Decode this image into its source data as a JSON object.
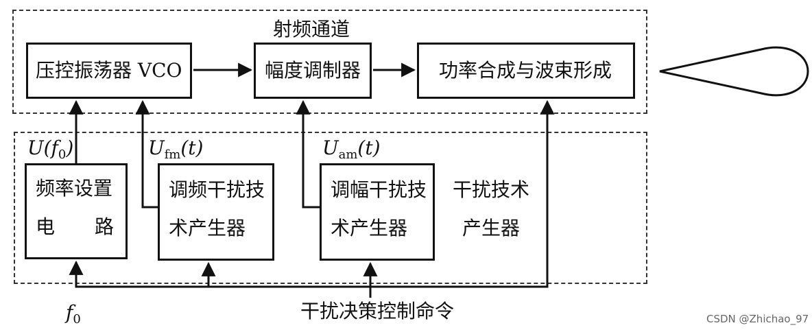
{
  "rf_channel": {
    "title": "射频通道"
  },
  "blocks": {
    "vco": "压控振荡器 VCO",
    "am_modulator": "幅度调制器",
    "power_beam": "功率合成与波束形成",
    "freq_set": {
      "line1": "频率设置",
      "line2a": "电",
      "line2b": "路"
    },
    "fm_gen": {
      "line1": "调频干扰技",
      "line2": "术产生器"
    },
    "am_gen": {
      "line1": "调幅干扰技",
      "line2": "术产生器"
    },
    "other_gen": {
      "line1": "干扰技术",
      "line2": "产生器"
    }
  },
  "signals": {
    "u_f0": {
      "main": "U(f",
      "sub": "0",
      "tail": ")"
    },
    "u_fm": {
      "main": "U",
      "sub": "fm",
      "tail": "(t)"
    },
    "u_am": {
      "main": "U",
      "sub": "am",
      "tail": "(t)"
    },
    "f0": {
      "main": "f",
      "sub": "0"
    }
  },
  "command": "干扰决策控制命令",
  "watermark": "CSDN @Zhichao_97"
}
